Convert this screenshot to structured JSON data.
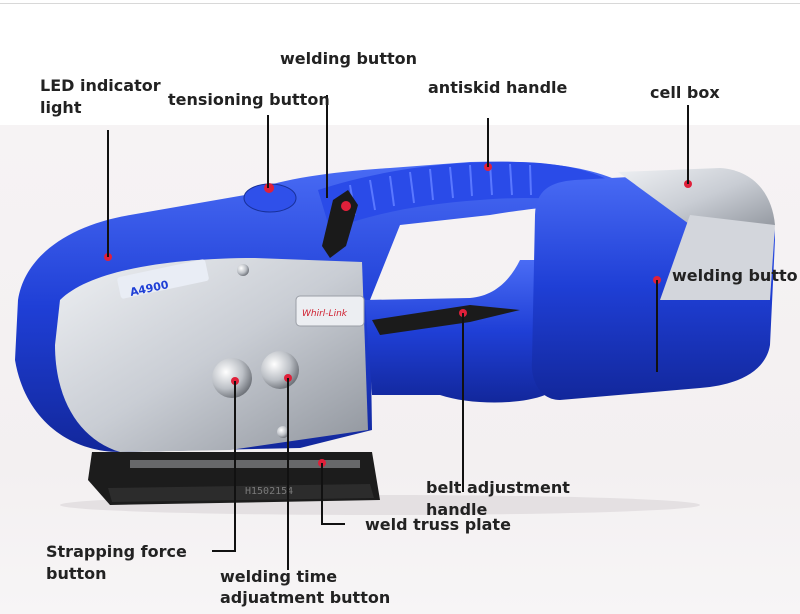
{
  "labels": {
    "led": "LED indicator light",
    "tensioning": "tensioning button",
    "welding": "welding button",
    "antiskid": "antiskid handle",
    "cellbox": "cell box",
    "welding_side": "welding butto",
    "belt_line1": "belt adjustment",
    "belt_line2": "handle",
    "weld_truss": "weld truss plate",
    "strap_line1": "Strapping force",
    "strap_line2": "button",
    "time_line1": "welding time",
    "time_line2": "adjuatment button"
  },
  "tool_markings": {
    "model": "A4900",
    "brand_plate": "Whirl-Link",
    "base_plate": "H1502154"
  },
  "colors": {
    "body_blue": "#1f3fd6",
    "accent_red": "#e0203a",
    "panel_silver": "#c9cdd4",
    "base_black": "#1c1c1c",
    "lower_bg": "#f4f1f2"
  }
}
